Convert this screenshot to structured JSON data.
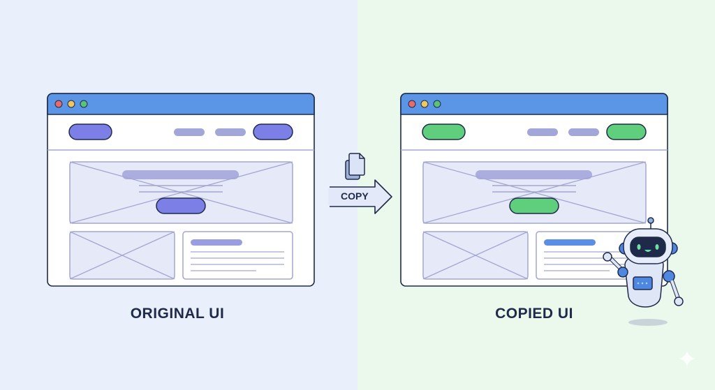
{
  "panels": [
    {
      "label": "ORIGINAL UI",
      "accent": "#7b7fe6",
      "card_bar": "#9a9ee0"
    },
    {
      "label": "COPIED UI",
      "accent": "#5fcf7e",
      "card_bar": "#5b8fe6"
    }
  ],
  "copy": {
    "label": "COPY",
    "icon": "documents-icon"
  },
  "colors": {
    "titlebar": "#5b95e6",
    "outline": "#1f2a4a",
    "wire": "#a3a6d0",
    "placeholder_fill": "#e6e9f8",
    "nav_pill": "#a3a6d9"
  },
  "robot": {
    "icon": "robot-mascot-icon"
  }
}
